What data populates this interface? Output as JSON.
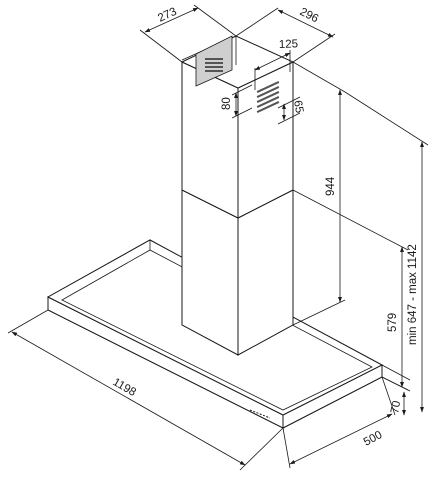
{
  "dimensions": {
    "chimney_depth": "273",
    "chimney_width": "296",
    "vent_width": "125",
    "vent_height": "80",
    "vent_offset": "65",
    "chimney_height": "944",
    "lower_chimney": "579",
    "total_height": "min 647 - max 1142",
    "hood_width": "1198",
    "hood_depth": "500",
    "hood_thickness": "70"
  }
}
